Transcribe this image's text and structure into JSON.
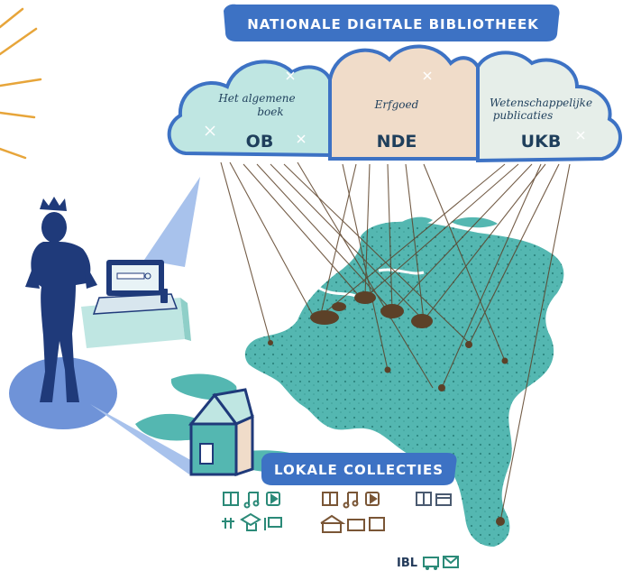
{
  "banner_top": "NATIONALE DIGITALE BIBLIOTHEEK",
  "banner_bottom": "LOKALE COLLECTIES",
  "clouds": [
    {
      "label_lines": [
        "Het algemene",
        "boek"
      ],
      "abbr": "OB"
    },
    {
      "label_lines": [
        "Erfgoed"
      ],
      "abbr": "NDE"
    },
    {
      "label_lines": [
        "Wetenschappelijke",
        "publicaties"
      ],
      "abbr": "UKB"
    }
  ],
  "ibl_label": "IBL",
  "colors": {
    "banner": "#3d72c4",
    "cloud_ob": "#bfe6e2",
    "cloud_nde": "#f0dcc9",
    "cloud_ukb": "#e6eee9",
    "cloud_outline": "#3d72c4",
    "map": "#54b7b1",
    "map_dots": "#2d8680",
    "hub": "#5c4128",
    "person": "#1f3a7a",
    "crown": "#1f3a7a",
    "sun_rays": "#e7a53a"
  },
  "icons": [
    "book-icon",
    "music-icon",
    "video-icon",
    "people-icon",
    "education-icon",
    "map-icon",
    "museum-icon",
    "document-icon",
    "gallery-icon",
    "chat-icon",
    "mail-icon",
    "truck-icon"
  ]
}
